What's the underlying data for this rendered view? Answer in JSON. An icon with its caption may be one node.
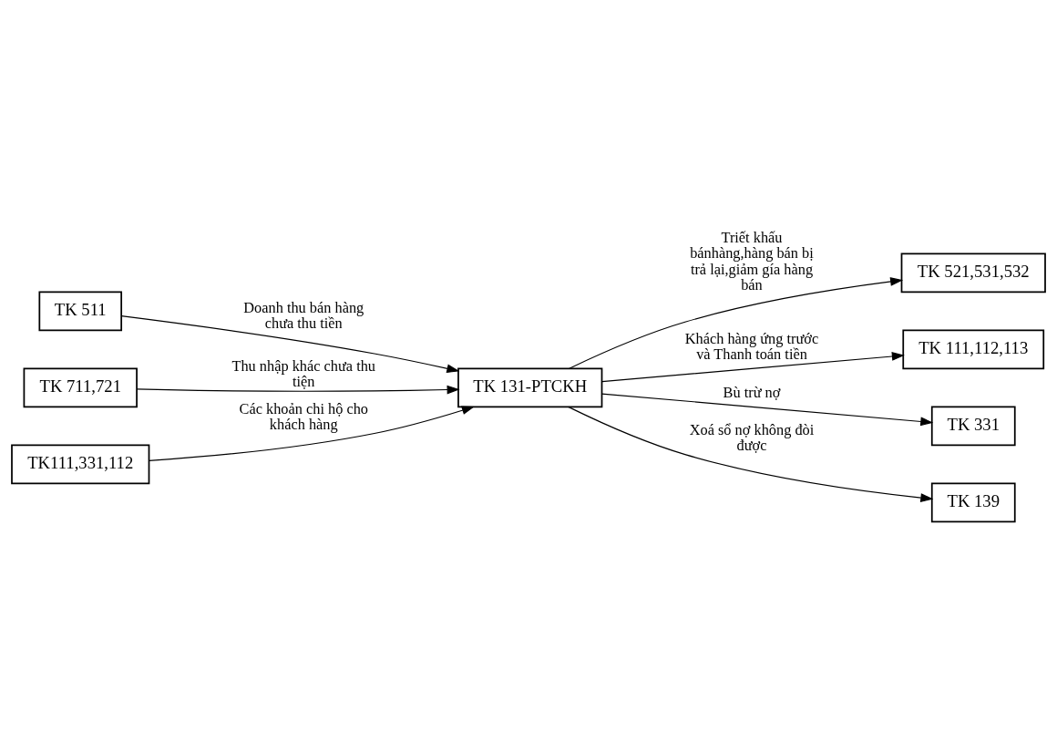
{
  "diagram": {
    "nodes": [
      {
        "text": [
          "TK 511"
        ]
      },
      {
        "text": [
          "TK 711,721"
        ]
      },
      {
        "text": [
          "TK111,331,112"
        ]
      },
      {
        "text": [
          "TK 131-PTCKH"
        ]
      },
      {
        "text": [
          "TK 521,531,532"
        ]
      },
      {
        "text": [
          "TK 111,112,113"
        ]
      },
      {
        "text": [
          "TK 331"
        ]
      },
      {
        "text": [
          "TK 139"
        ]
      }
    ],
    "edges": [
      {
        "from": 0,
        "to": 3,
        "arrow": "to",
        "label": "Doanh thu bán hàng chưa thu tiền"
      },
      {
        "from": 3,
        "to": 4,
        "arrow": "to",
        "label": "Triết khấu bánhàng,hàng bán bị trả lại,giảm gía hàng bán"
      },
      {
        "from": 1,
        "to": 3,
        "arrow": "to",
        "label": "Thu nhập khác chưa thu tiện"
      },
      {
        "from": 3,
        "to": 5,
        "arrow": "to",
        "label": "Khách hàng ứng trước và Thanh toán tiền"
      },
      {
        "from": 2,
        "to": 3,
        "arrow": "to",
        "label": "Các khoản chi hộ cho khách hàng"
      },
      {
        "from": 3,
        "to": 6,
        "arrow": "to",
        "label": "Bù trừ nợ"
      },
      {
        "from": 3,
        "to": 7,
        "arrow": "to",
        "label": "Xoá sổ nợ không đòi được"
      }
    ]
  }
}
